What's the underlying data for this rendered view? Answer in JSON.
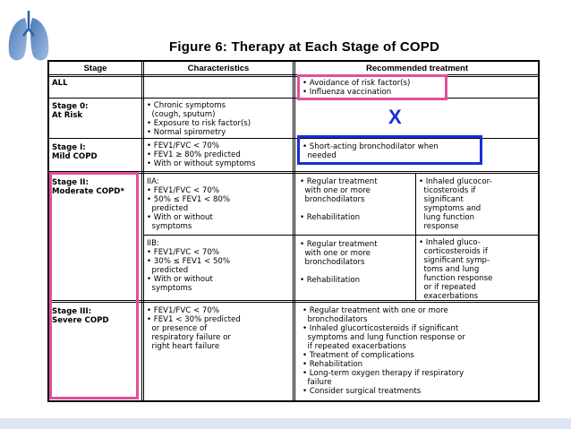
{
  "title": "Figure 6: Therapy at Each Stage of COPD",
  "headers": {
    "stage": "Stage",
    "characteristics": "Characteristics",
    "treatment": "Recommended treatment"
  },
  "rows": {
    "all": {
      "stage": "ALL",
      "treatment": "• Avoidance of risk factor(s)\n• Influenza vaccination"
    },
    "stage0": {
      "stage": "Stage 0:\nAt Risk",
      "characteristics": "• Chronic symptoms\n  (cough, sputum)\n• Exposure to risk factor(s)\n• Normal spirometry"
    },
    "stage1": {
      "stage": "Stage I:\nMild COPD",
      "characteristics": "• FEV1/FVC < 70%\n• FEV1 ≥ 80% predicted\n• With or without symptoms",
      "treatment": "• Short-acting bronchodilator when\n  needed"
    },
    "stage2": {
      "stage": "Stage II:\nModerate COPD*",
      "iia": {
        "characteristics": "IIA:\n• FEV1/FVC < 70%\n• 50% ≤ FEV1 < 80%\n  predicted\n• With or without\n  symptoms",
        "treatment": "• Regular treatment\n  with one or more\n  bronchodilators\n\n• Rehabilitation",
        "extra": "• Inhaled glucocor-\n  ticosteroids if\n  significant\n  symptoms and\n  lung function\n  response"
      },
      "iib": {
        "characteristics": "IIB:\n• FEV1/FVC < 70%\n• 30% ≤ FEV1 < 50%\n  predicted\n• With or without\n  symptoms",
        "treatment": "• Regular treatment\n  with one or more\n  bronchodilators\n\n• Rehabilitation",
        "extra": "• Inhaled gluco-\n  corticosteroids if\n  significant symp-\n  toms and lung\n  function response\n  or if repeated\n  exacerbations"
      }
    },
    "stage3": {
      "stage": "Stage III:\nSevere COPD",
      "characteristics": "• FEV1/FVC < 70%\n• FEV1 < 30% predicted\n  or presence of\n  respiratory failure or\n  right heart failure",
      "treatment": "• Regular treatment with one or more\n  bronchodilators\n• Inhaled glucorticosteroids if significant\n  symptoms and lung function response or\n  if repeated exacerbations\n• Treatment of complications\n• Rehabilitation\n• Long-term oxygen therapy if respiratory\n  failure\n• Consider surgical treatments"
    }
  },
  "annotation_mark": "X",
  "colors": {
    "highlight_pink": "#e0509a",
    "highlight_blue": "#1a2fd0",
    "footer": "#dde5f2"
  },
  "icons": {
    "logo": "lungs-icon"
  }
}
